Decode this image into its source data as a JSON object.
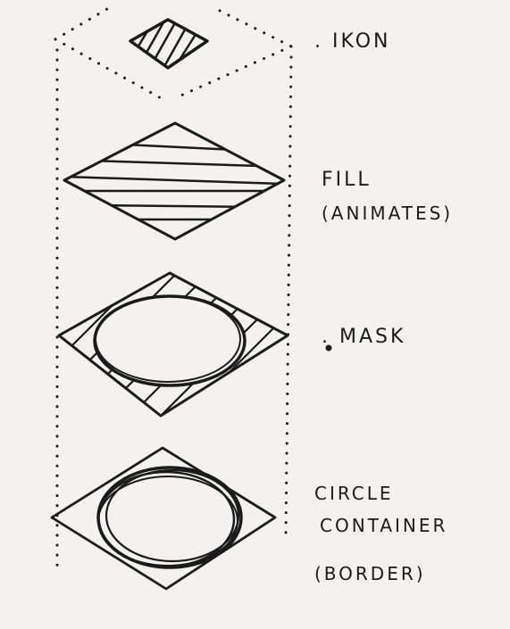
{
  "labels": {
    "icon": ". IKON",
    "fill": "FILL",
    "fill_note": "(ANIMATES)",
    "mask": ". MASK",
    "circle": "CIRCLE",
    "container": "CONTAINER",
    "border": "(BORDER)"
  },
  "colors": {
    "paper": "#f4f2ee",
    "ink": "#1b1b1b"
  }
}
